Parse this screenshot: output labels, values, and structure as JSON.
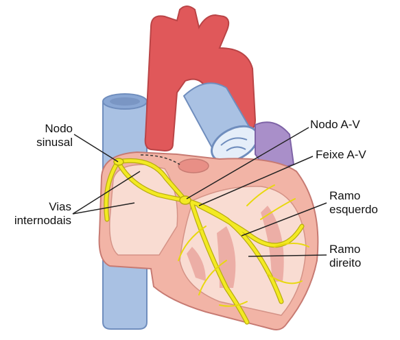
{
  "labels": {
    "nodo_sinusal": "Nodo\nsinusal",
    "vias_internodais": "Vias\ninternodais",
    "nodo_av": "Nodo A-V",
    "feixe_av": "Feixe A-V",
    "ramo_esquerdo": "Ramo\nesquerdo",
    "ramo_direito": "Ramo\ndireito"
  },
  "colors": {
    "aorta": "#e0585a",
    "aorta_outline": "#b94446",
    "vena_cava": "#a9c1e3",
    "vena_outline": "#6f8dbd",
    "heart_wall": "#f2b4a6",
    "heart_inner": "#f9dcd2",
    "heart_outline": "#c77a72",
    "muscle": "#e9a39b",
    "atrium_purple": "#a98fc9",
    "conduction": "#f3ea22",
    "conduction_outline": "#b8ac10",
    "leader_line": "#222222"
  }
}
